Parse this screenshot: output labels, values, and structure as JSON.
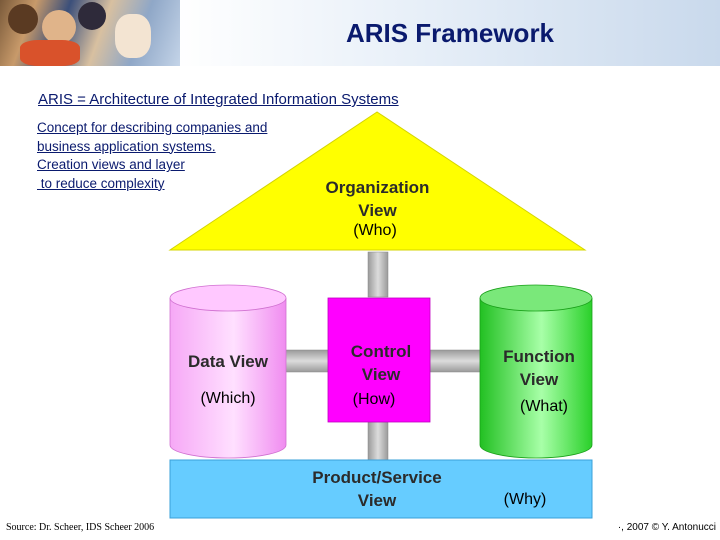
{
  "header": {
    "title": "ARIS Framework",
    "photo": "business-people-photo"
  },
  "intro": {
    "subtitle": "ARIS = Architecture of Integrated Information Systems",
    "concept_lines": [
      "Concept for describing companies and",
      "business application systems.",
      "Creation views and layer",
      " to reduce complexity"
    ]
  },
  "diagram": {
    "organization": {
      "label": "Organization\nView",
      "question": "(Who)",
      "color": "#ffff00"
    },
    "data": {
      "label": "Data View",
      "question": "(Which)",
      "color": "#ff99ff"
    },
    "control": {
      "label": "Control\nView",
      "question": "(How)",
      "color": "#ff00ff"
    },
    "function": {
      "label": "Function\nView",
      "question": "(What)",
      "color": "#33dd33"
    },
    "product": {
      "label": "Product/Service\nView",
      "question": "(Why)",
      "color": "#66ccff"
    },
    "connector_color": "#bdbdbd"
  },
  "footer": {
    "source": "Source: Dr. Scheer, IDS Scheer 2006",
    "copyright": "·, 2007 © Y. Antonucci"
  }
}
